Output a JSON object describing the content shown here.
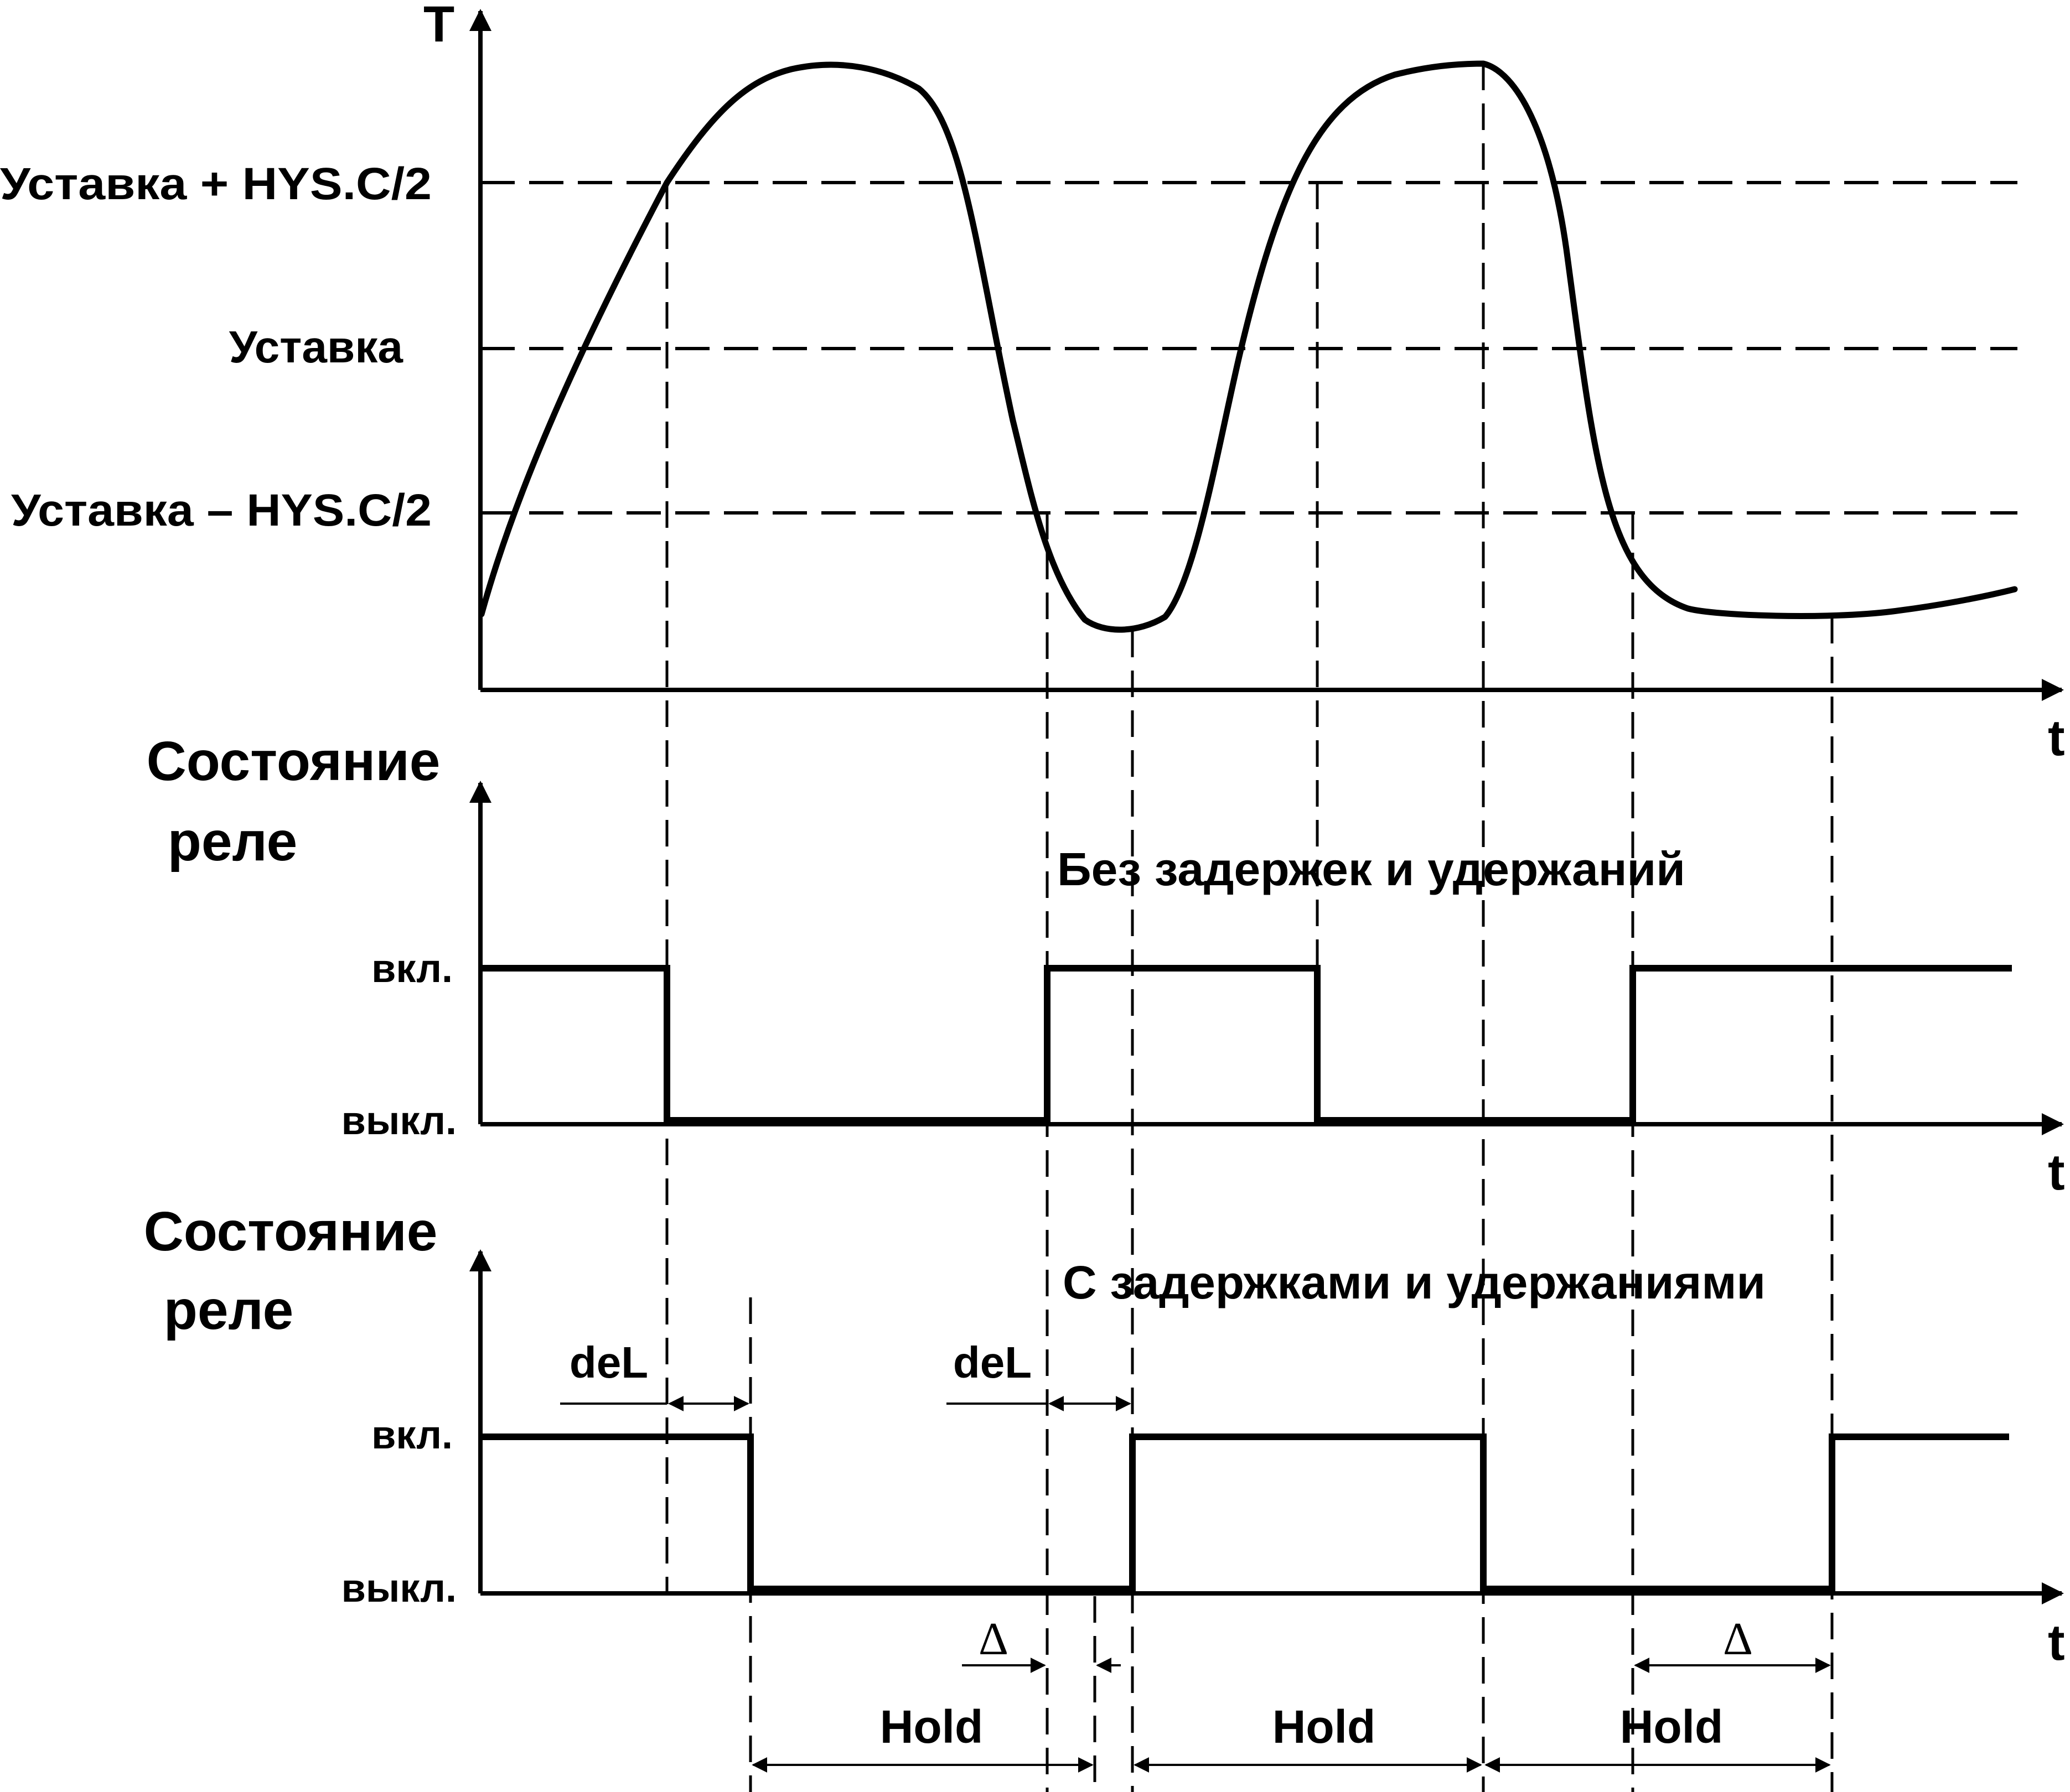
{
  "temperature_graph": {
    "y_axis_label": "T",
    "x_axis_label": "t",
    "levels": {
      "upper": "Уставка + HYS.C/2",
      "setpoint": "Уставка",
      "lower": "Уставка – HYS.C/2"
    }
  },
  "relay_no_delay": {
    "axis_title_line1": "Состояние",
    "axis_title_line2": "реле",
    "caption": "Без задержек и удержаний",
    "on_label": "вкл.",
    "off_label": "выкл.",
    "x_axis_label": "t"
  },
  "relay_with_delay": {
    "axis_title_line1": "Состояние",
    "axis_title_line2": "реле",
    "caption": "С задержками и удержаниями",
    "on_label": "вкл.",
    "off_label": "выкл.",
    "x_axis_label": "t",
    "delay_label_1": "deL",
    "delay_label_2": "deL",
    "delta_label_1": "Δ",
    "delta_label_2": "Δ",
    "hold_label_1": "Hold",
    "hold_label_2": "Hold",
    "hold_label_3": "Hold"
  },
  "colors": {
    "line": "#000000",
    "background": "#ffffff"
  }
}
